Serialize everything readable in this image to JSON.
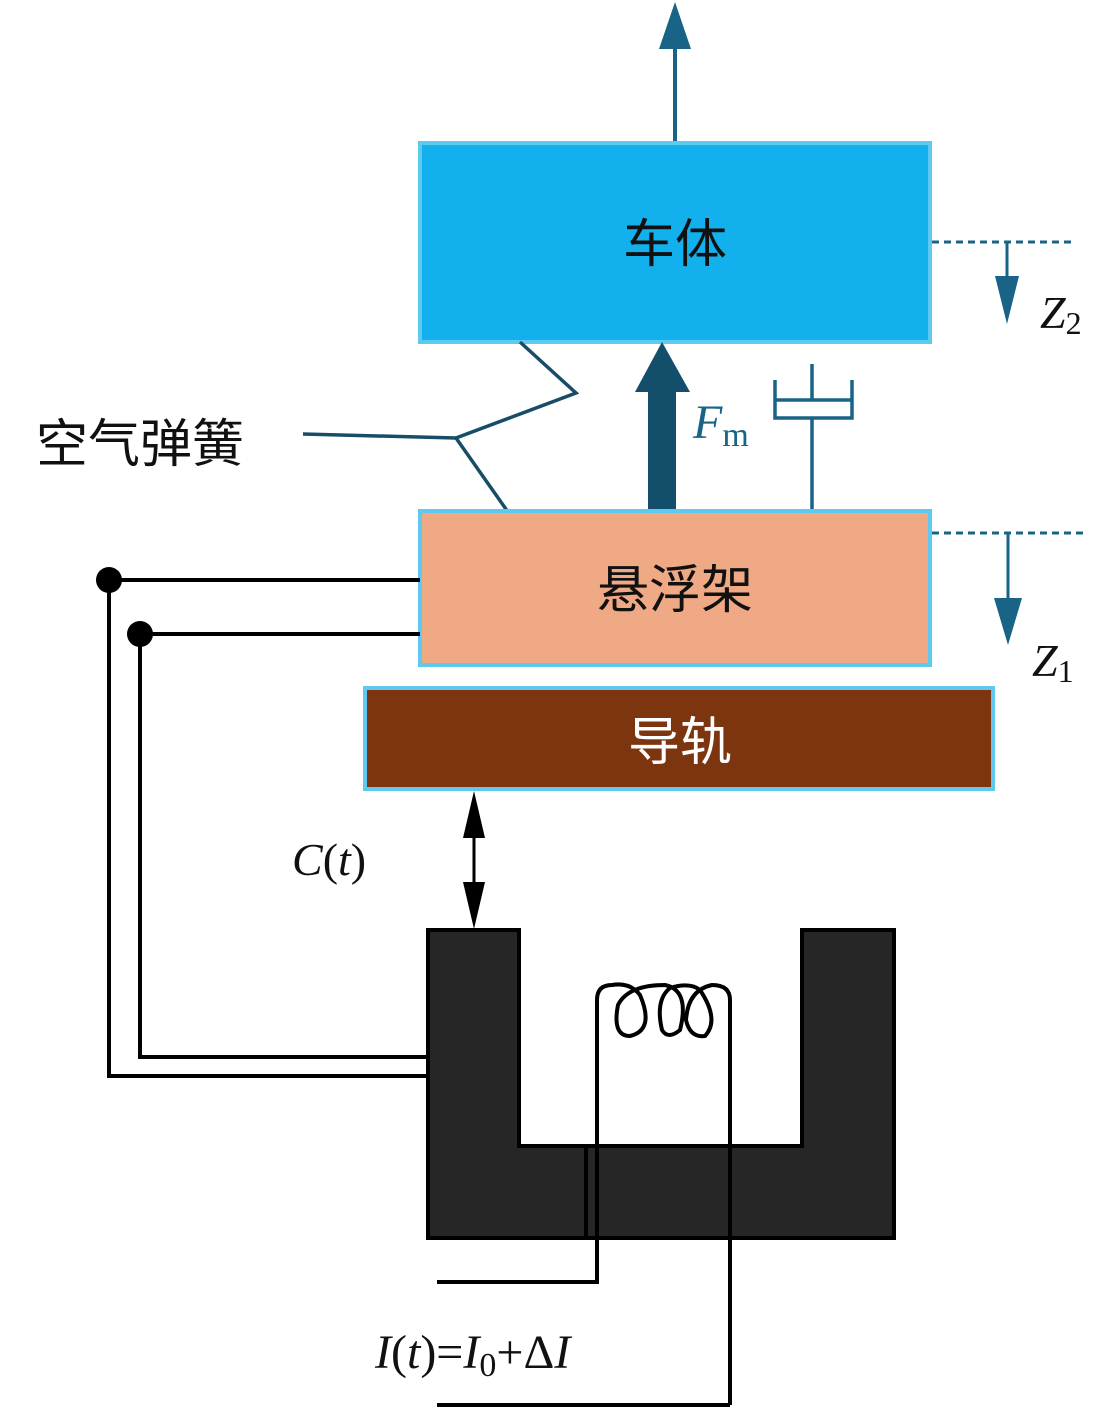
{
  "diagram": {
    "blocks": {
      "car_body": {
        "label": "车体",
        "fill": "#12b0ec",
        "border": "#5fcaf0",
        "text_color": "#111111"
      },
      "levitation_frame": {
        "label": "悬浮架",
        "fill": "#efa985",
        "border": "#5fcaf0",
        "text_color": "#111111"
      },
      "guide_rail": {
        "label": "导轨",
        "fill": "#7d3510",
        "border": "#5fcaf0",
        "text_color": "#ffffff"
      },
      "electromagnet": {
        "label": "",
        "fill": "#262626",
        "border": "#000000"
      }
    },
    "labels": {
      "air_spring": "空气弹簧",
      "force": {
        "symbol": "F",
        "subscript": "m"
      },
      "z2": {
        "symbol": "Z",
        "subscript": "2"
      },
      "z1": {
        "symbol": "Z",
        "subscript": "1"
      },
      "gap": {
        "symbol": "C",
        "arg": "t"
      },
      "current": {
        "lhs": "I",
        "arg": "t",
        "eq": "=",
        "i0": "I",
        "i0_sub": "0",
        "plus": "+",
        "delta": "Δ",
        "di": "I"
      }
    },
    "colors": {
      "arrow": "#186386",
      "spring_line": "#174d68",
      "wire": "#000000"
    }
  }
}
